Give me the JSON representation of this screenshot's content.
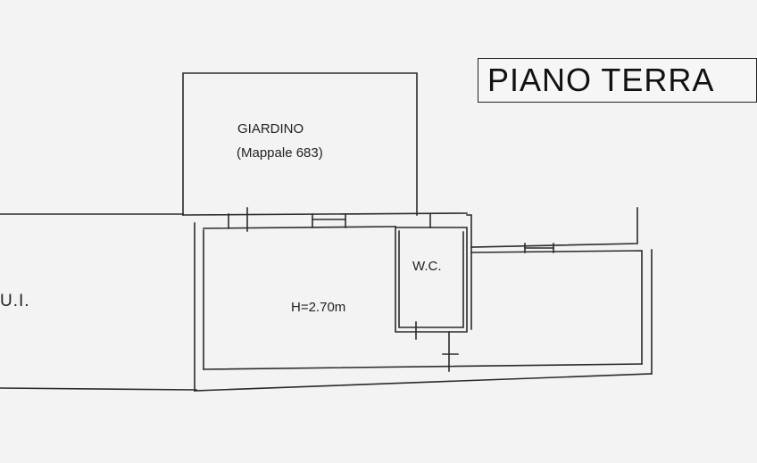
{
  "title": "PIANO TERRA",
  "garden": {
    "name": "GIARDINO",
    "parcel": "(Mappale 683)"
  },
  "rooms": {
    "wc": "W.C.",
    "main_height": "H=2.70m"
  },
  "neighbor": "U.I."
}
